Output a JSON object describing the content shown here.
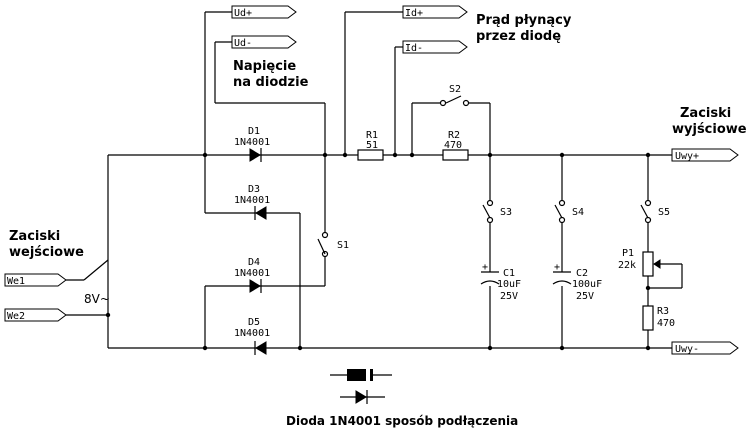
{
  "ports": {
    "ud_plus": "Ud+",
    "ud_minus": "Ud-",
    "id_plus": "Id+",
    "id_minus": "Id-",
    "we1": "We1",
    "we2": "We2",
    "uwy_plus": "Uwy+",
    "uwy_minus": "Uwy-"
  },
  "annotations": {
    "current_line1": "Prąd płynący",
    "current_line2": "przez diodę",
    "voltage_line1": "Napięcie",
    "voltage_line2": "na diodzie",
    "output_line1": "Zaciski",
    "output_line2": "wyjściowe",
    "input_line1": "Zaciski",
    "input_line2": "wejściowe",
    "supply": "8V~",
    "caption": "Dioda 1N4001 sposób podłączenia"
  },
  "components": {
    "d1": {
      "ref": "D1",
      "value": "1N4001"
    },
    "d3": {
      "ref": "D3",
      "value": "1N4001"
    },
    "d4": {
      "ref": "D4",
      "value": "1N4001"
    },
    "d5": {
      "ref": "D5",
      "value": "1N4001"
    },
    "r1": {
      "ref": "R1",
      "value": "51"
    },
    "r2": {
      "ref": "R2",
      "value": "470"
    },
    "r3": {
      "ref": "R3",
      "value": "470"
    },
    "p1": {
      "ref": "P1",
      "value": "22k"
    },
    "c1": {
      "ref": "C1",
      "value": "10uF",
      "voltage": "25V"
    },
    "c2": {
      "ref": "C2",
      "value": "100uF",
      "voltage": "25V"
    },
    "s1": "S1",
    "s2": "S2",
    "s3": "S3",
    "s4": "S4",
    "s5": "S5"
  }
}
